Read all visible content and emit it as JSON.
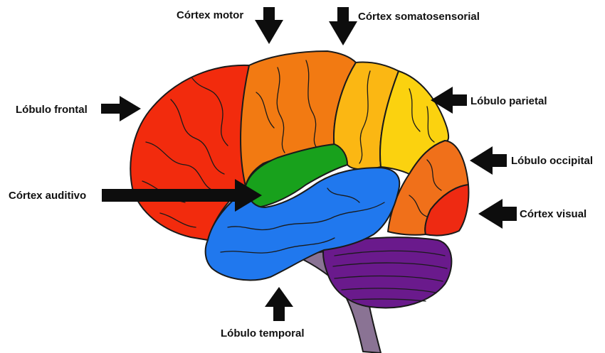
{
  "labels": {
    "motor": "Córtex motor",
    "somato": "Córtex somatosensorial",
    "frontal": "Lóbulo frontal",
    "parietal": "Lóbulo parietal",
    "occipital": "Lóbulo occipital",
    "auditivo": "Córtex auditivo",
    "visual": "Córtex visual",
    "temporal": "Lóbulo temporal"
  },
  "colors": {
    "frontal": "#f22b0d",
    "motor": "#f27a12",
    "somato": "#fbb713",
    "parietal": "#fbd20f",
    "occipital": "#f0701a",
    "visual": "#ee2a12",
    "auditivo": "#18a11c",
    "temporal": "#2078ee",
    "cerebellum": "#6a1a8c",
    "brainstem": "#8a7394",
    "arrow": "#0d0d0d"
  }
}
